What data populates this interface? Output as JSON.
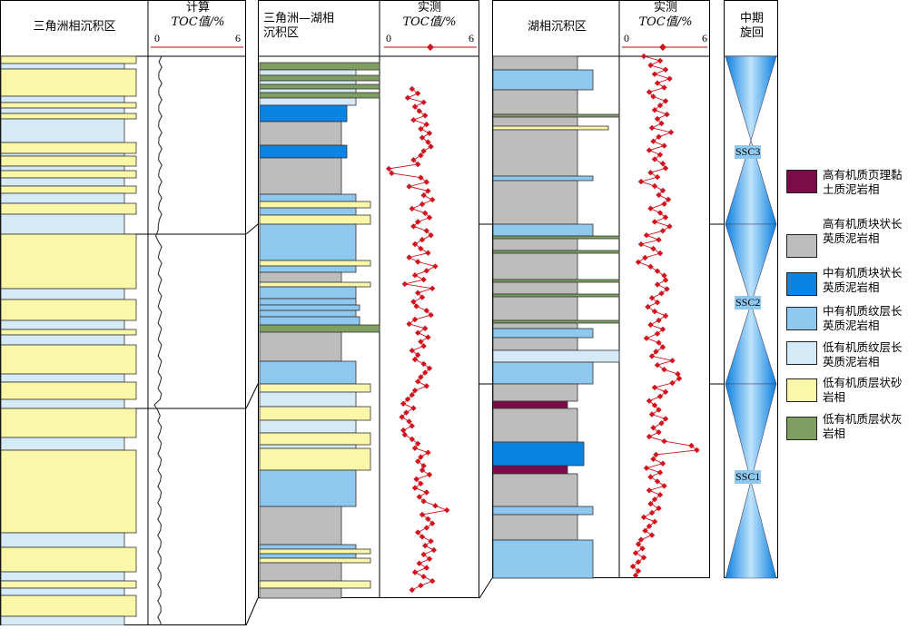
{
  "headers": {
    "col1": "三角洲相沉积区",
    "col2_title": "计算",
    "col2_axis": "TOC值/%",
    "col3": "三角洲—湖相\n沉积区",
    "col4_title": "实测",
    "col4_axis": "TOC值/%",
    "col5": "湖相沉积区",
    "col6_title": "实测",
    "col6_axis": "TOC值/%",
    "col7": "中期\n旋回"
  },
  "axis_ticks": {
    "min": "0",
    "max": "6"
  },
  "colors": {
    "high_org_laminated_clay": "#7a0c4a",
    "high_org_massive_felsic": "#bdbdbd",
    "mid_org_massive_felsic": "#0a84e3",
    "mid_org_laminated_felsic": "#8ec8ef",
    "low_org_laminated_felsic": "#d4ebf7",
    "low_org_bedded_sandstone": "#fbf7a8",
    "low_org_bedded_limestone": "#7f9f62",
    "toc_curve": "#d2131d"
  },
  "legend": [
    {
      "key": "high_org_laminated_clay",
      "label": "高有机质页理黏土质泥岩相"
    },
    {
      "key": "high_org_massive_felsic",
      "label": "高有机质块状长英质泥岩相"
    },
    {
      "key": "mid_org_massive_felsic",
      "label": "中有机质块状长英质泥岩相"
    },
    {
      "key": "mid_org_laminated_felsic",
      "label": "中有机质纹层长英质泥岩相"
    },
    {
      "key": "low_org_laminated_felsic",
      "label": "低有机质纹层长英质泥岩相"
    },
    {
      "key": "low_org_bedded_sandstone",
      "label": "低有机质层状砂岩相"
    },
    {
      "key": "low_org_bedded_limestone",
      "label": "低有机质层状灰岩相"
    }
  ],
  "cycles": [
    "SSC3",
    "SSC2",
    "SSC1"
  ],
  "chart_data": {
    "type": "line",
    "title": "",
    "xlabel": "TOC值/%",
    "xlim": [
      0,
      6
    ],
    "series": [
      {
        "well": "三角洲—湖相沉积区",
        "toc_percent_top_to_bottom": [
          1.8,
          2.2,
          1.5,
          2.6,
          2.0,
          2.3,
          2.7,
          1.9,
          2.8,
          2.4,
          3.0,
          2.5,
          2.9,
          3.1,
          2.6,
          2.4,
          1.9,
          2.2,
          0.2,
          0.4,
          2.4,
          2.8,
          1.6,
          2.9,
          2.6,
          3.2,
          2.5,
          1.8,
          2.7,
          3.0,
          2.2,
          1.9,
          2.8,
          3.1,
          2.5,
          2.0,
          2.4,
          2.9,
          1.6,
          2.2,
          3.4,
          2.8,
          2.0,
          2.6,
          1.3,
          3.2,
          2.2,
          2.5,
          1.9,
          2.1,
          2.8,
          3.1,
          2.0,
          1.6,
          2.7,
          2.2,
          2.9,
          2.4,
          2.6,
          1.8,
          2.2,
          2.0,
          2.6,
          3.0,
          2.7,
          2.4,
          2.2,
          2.8,
          2.0,
          1.8,
          1.5,
          1.2,
          1.9,
          1.4,
          1.1,
          1.6,
          1.8,
          1.2,
          1.3,
          1.8,
          2.2,
          2.0,
          2.9,
          2.4,
          2.2,
          2.6,
          2.5,
          3.0,
          2.1,
          2.4,
          2.0,
          2.8,
          2.3,
          2.6,
          3.4,
          4.2,
          2.5,
          2.9,
          3.2,
          2.8,
          2.2,
          2.5,
          3.1,
          2.7,
          3.3,
          2.6,
          3.0,
          2.3,
          2.8,
          2.0,
          2.6,
          3.2,
          2.4,
          1.8
        ]
      },
      {
        "well": "湖相沉积区",
        "toc_percent_top_to_bottom": [
          1.4,
          2.6,
          1.9,
          3.0,
          2.2,
          3.3,
          2.4,
          2.9,
          1.8,
          2.1,
          3.0,
          2.6,
          2.2,
          3.1,
          2.4,
          2.7,
          2.0,
          3.4,
          2.5,
          2.1,
          2.9,
          1.8,
          2.6,
          2.2,
          2.8,
          3.0,
          1.9,
          2.4,
          1.2,
          2.2,
          2.8,
          2.5,
          3.2,
          2.9,
          1.9,
          2.6,
          3.0,
          2.2,
          3.3,
          2.8,
          1.6,
          2.5,
          1.2,
          2.1,
          2.6,
          1.5,
          1.0,
          1.9,
          2.4,
          2.9,
          3.0,
          2.4,
          3.1,
          2.7,
          2.0,
          2.4,
          1.7,
          2.2,
          3.0,
          2.5,
          1.9,
          2.8,
          2.4,
          1.6,
          2.5,
          2.8,
          2.3,
          2.0,
          3.5,
          2.4,
          2.9,
          3.9,
          4.0,
          3.5,
          2.2,
          3.0,
          2.6,
          1.8,
          2.2,
          2.5,
          2.0,
          3.0,
          2.7,
          2.1,
          2.5,
          1.8,
          2.9,
          4.9,
          5.3,
          2.3,
          2.1,
          2.8,
          1.6,
          2.6,
          1.9,
          2.4,
          2.9,
          1.8,
          2.6,
          2.2,
          1.9,
          2.5,
          2.0,
          1.4,
          2.2,
          1.8,
          1.5,
          2.0,
          1.2,
          1.0,
          1.3,
          0.8,
          1.4,
          1.0,
          0.6,
          1.0,
          0.8
        ]
      }
    ]
  }
}
